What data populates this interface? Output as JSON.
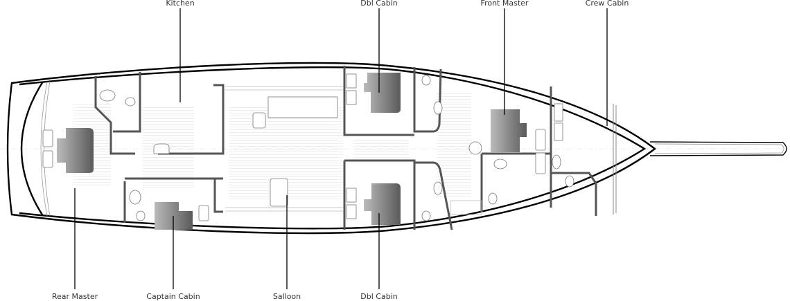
{
  "title": "Deck plan",
  "labels_top": [
    "Kitchen",
    "Dbl Cabin",
    "Front Master",
    "Crew Cabin"
  ],
  "labels_bottom": [
    "Rear Master",
    "Captain Cabin",
    "Salloon",
    "Dbl Cabin"
  ],
  "colors": {
    "hull": "#000000",
    "bed_dark": "#666666",
    "bed_light": "#bbbbbb",
    "walls": "#555555"
  }
}
